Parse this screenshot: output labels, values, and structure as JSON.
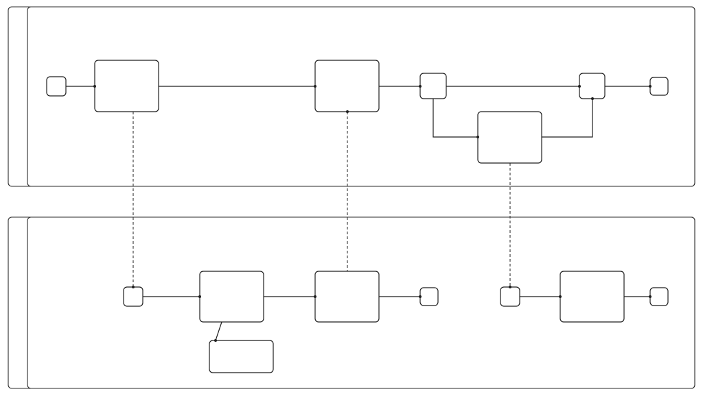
{
  "diagram": {
    "type": "bpmn-collaboration",
    "pools": [
      {
        "id": "pool-top",
        "label": ""
      },
      {
        "id": "pool-bottom",
        "label": ""
      }
    ],
    "nodes": {
      "top": [
        "start-event",
        "task-1",
        "task-2",
        "gateway-split",
        "task-3",
        "gateway-join",
        "end-event"
      ],
      "bottom": [
        "start-event-1",
        "task-4",
        "task-5",
        "end-event-1",
        "start-event-2",
        "task-6",
        "end-event-2",
        "annotation"
      ]
    },
    "message_flows": 3,
    "sequence_flows": 13
  }
}
